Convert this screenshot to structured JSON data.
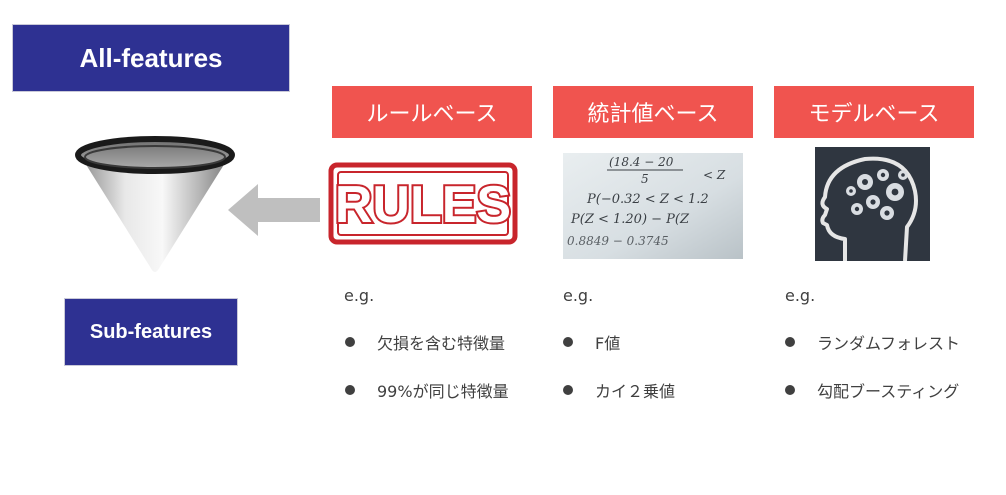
{
  "all_features": "All-features",
  "sub_features": "Sub-features",
  "columns": [
    {
      "header": "ルールベース",
      "image_text": "RULES",
      "eg": "e.g.",
      "items": [
        "欠損を含む特徴量",
        "99%が同じ特徴量"
      ]
    },
    {
      "header": "統計値ベース",
      "image_lines": [
        "P(−0.32 < Z < 1.2",
        "P(Z < 1.20) − P(Z",
        "0.8849 − 0.3745",
        "(18.4 − 20",
        "5",
        "< Z"
      ],
      "eg": "e.g.",
      "items": [
        "F値",
        "カイ２乗値"
      ]
    },
    {
      "header": "モデルベース",
      "eg": "e.g.",
      "items": [
        "ランダムフォレスト",
        "勾配ブースティング"
      ]
    }
  ],
  "colors": {
    "navy": "#2e3192",
    "header_red": "#f0544f",
    "rules_red": "#c8252c",
    "arrow_gray": "#bfbfbf",
    "text": "#404040"
  },
  "icons": [
    "funnel-icon",
    "left-arrow-icon",
    "rules-stamp-image",
    "math-formula-image",
    "head-gears-image"
  ]
}
